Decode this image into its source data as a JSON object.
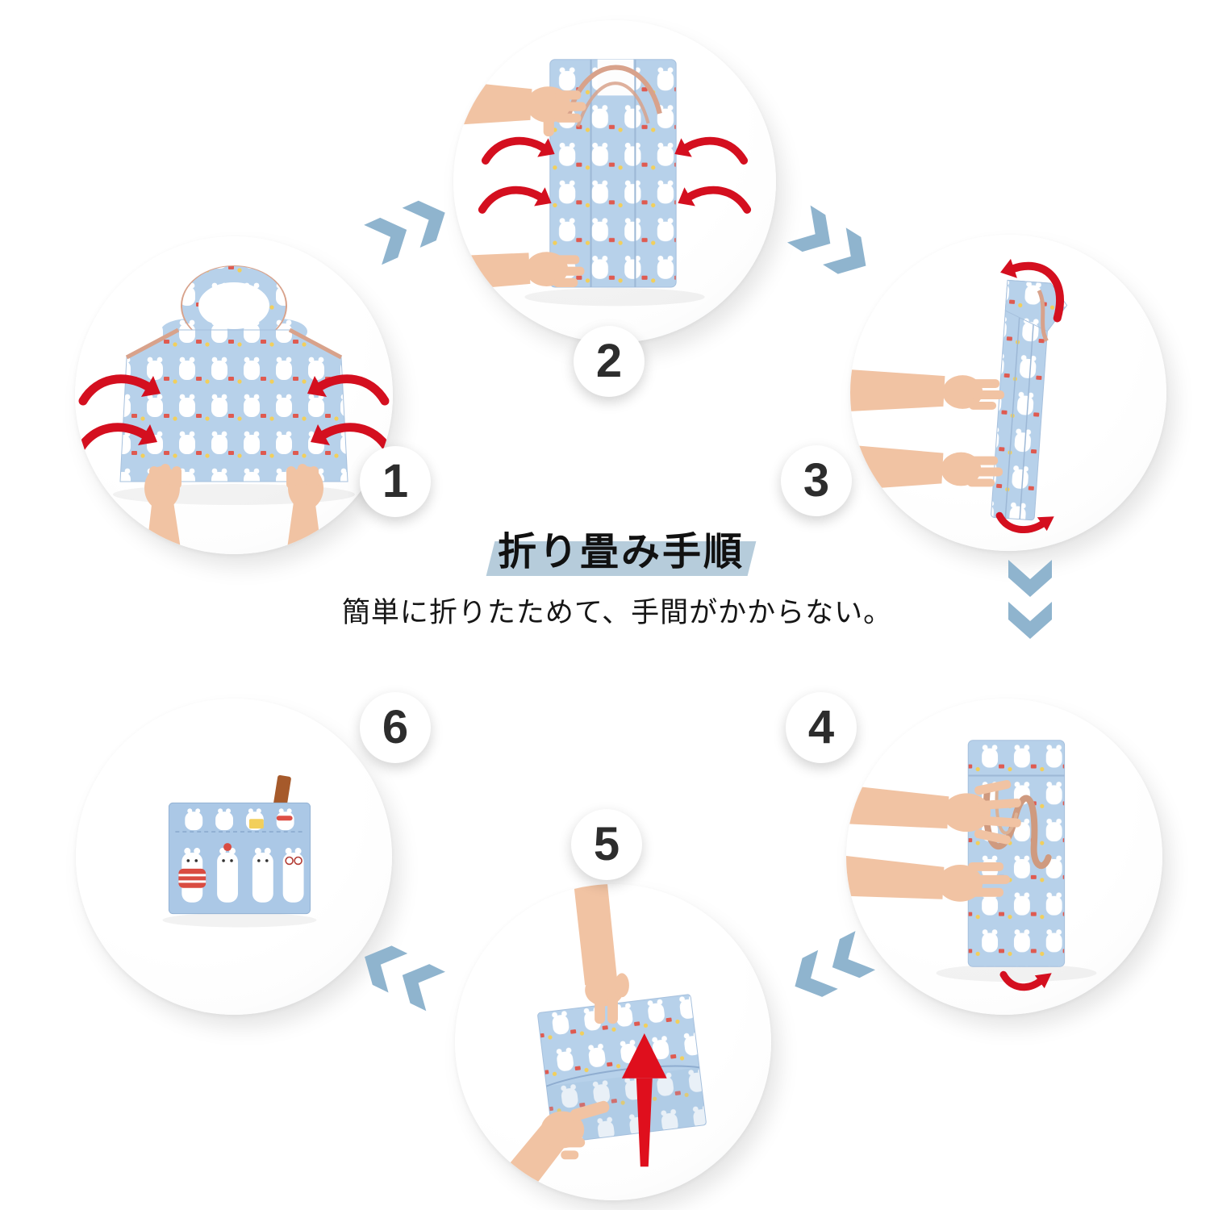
{
  "heading": {
    "title": "折り畳み手順",
    "subtitle": "簡単に折りたためて、手間がかからない。"
  },
  "steps": [
    {
      "number": "1",
      "illustration": "open-shopping-bag-held-by-two-hands-with-fold-in-arrows"
    },
    {
      "number": "2",
      "illustration": "bag-folded-into-vertical-column-with-fold-in-arrows"
    },
    {
      "number": "3",
      "illustration": "narrow-folded-strip-with-fold-down-arrows"
    },
    {
      "number": "4",
      "illustration": "folded-rectangle-with-straps-pressed-by-hands"
    },
    {
      "number": "5",
      "illustration": "bundle-tucked-into-pocket-with-up-arrow"
    },
    {
      "number": "6",
      "illustration": "finished-compact-pouch-with-hang-tab"
    }
  ],
  "flow_arrows": [
    {
      "from": "1",
      "to": "2",
      "direction": "up-right"
    },
    {
      "from": "2",
      "to": "3",
      "direction": "down-right"
    },
    {
      "from": "3",
      "to": "4",
      "direction": "down"
    },
    {
      "from": "4",
      "to": "5",
      "direction": "down-left"
    },
    {
      "from": "5",
      "to": "6",
      "direction": "up-left"
    }
  ],
  "colors": {
    "background": "#ffffff",
    "chevron_blue": "#8fb4ce",
    "title_highlight": "#b6ccdb",
    "arrow_red": "#d40f1f",
    "fabric_blue": "#b7d1ea",
    "trim_tan": "#d8a28b",
    "tab_brown": "#a65a2b",
    "number_ink": "#2d2d2d"
  }
}
